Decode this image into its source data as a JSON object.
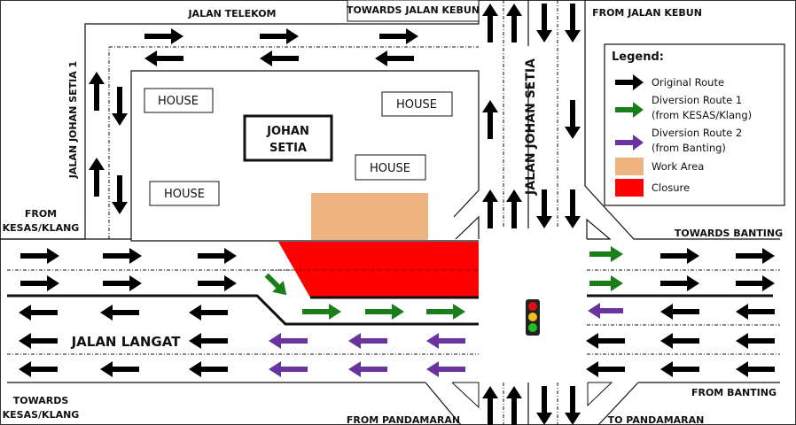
{
  "colors": {
    "original": "#000000",
    "diversion1": "#1a7f1a",
    "diversion2": "#6a34a0",
    "work_area": "#edb482",
    "closure": "#ff0000"
  },
  "labels": {
    "jalan_telekom": "JALAN TELEKOM",
    "towards_jalan_kebun": "TOWARDS JALAN KEBUN",
    "from_jalan_kebun": "FROM JALAN KEBUN",
    "jalan_johan_setia_1": "JALAN JOHAN SETIA 1",
    "jalan_johan_setia": "JALAN JOHAN SETIA",
    "from_kesas_klang_1": "FROM",
    "from_kesas_klang_2": "KESAS/KLANG",
    "towards_kesas_klang_1": "TOWARDS",
    "towards_kesas_klang_2": "KESAS/KLANG",
    "jalan_langat": "JALAN LANGAT",
    "towards_banting": "TOWARDS BANTING",
    "from_banting": "FROM BANTING",
    "from_pandamaran": "FROM PANDAMARAN",
    "to_pandamaran": "TO PANDAMARAN",
    "johan_setia_1": "JOHAN",
    "johan_setia_2": "SETIA",
    "house": "HOUSE"
  },
  "legend": {
    "title": "Legend:",
    "items": [
      {
        "label": "Original Route",
        "label2": "",
        "kind": "arrow",
        "color_key": "original"
      },
      {
        "label": "Diversion Route 1",
        "label2": "(from KESAS/Klang)",
        "kind": "arrow",
        "color_key": "diversion1"
      },
      {
        "label": "Diversion Route 2",
        "label2": "(from Banting)",
        "kind": "arrow",
        "color_key": "diversion2"
      },
      {
        "label": "Work Area",
        "label2": "",
        "kind": "box",
        "color_key": "work_area"
      },
      {
        "label": "Closure",
        "label2": "",
        "kind": "box",
        "color_key": "closure"
      }
    ]
  },
  "traffic_light": {
    "lamps": [
      "red",
      "yellow",
      "green"
    ]
  }
}
